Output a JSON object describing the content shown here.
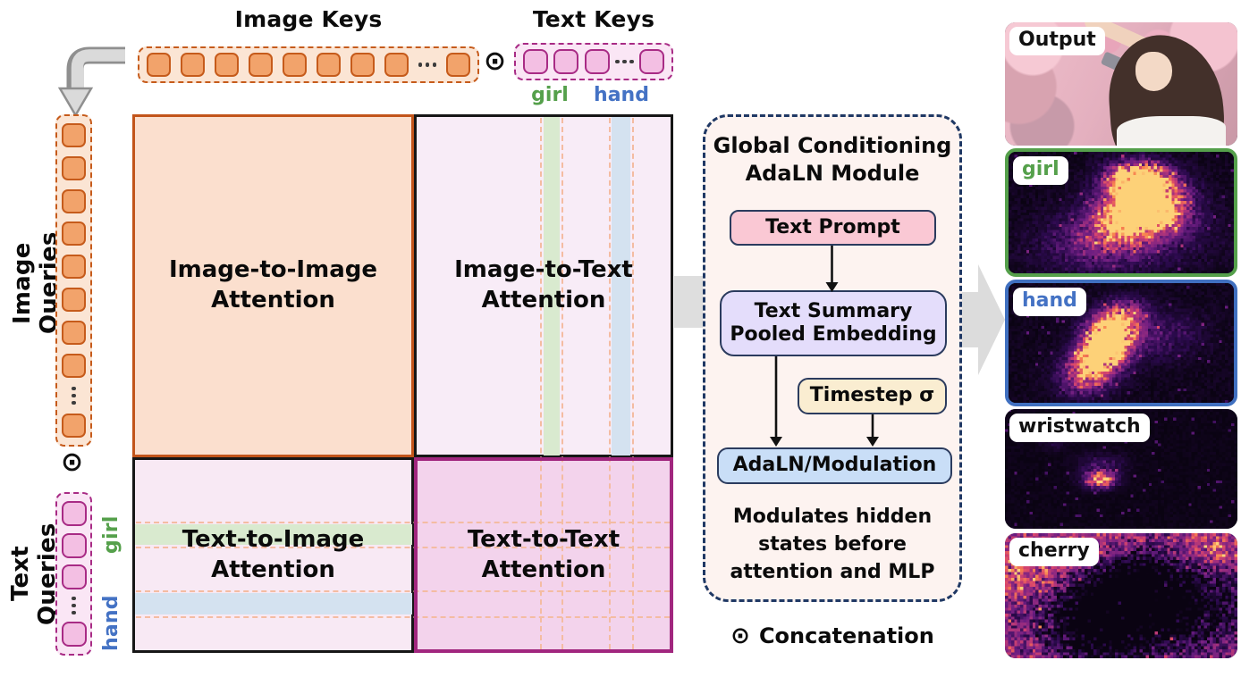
{
  "keys": {
    "image_keys_title": "Image Keys",
    "text_keys_title": "Text Keys",
    "image_queries_title": "Image Queries",
    "text_queries_title": "Text Queries",
    "concat_symbol": "⊙"
  },
  "tokens": {
    "girl": {
      "text": "girl",
      "color": "#55A04B"
    },
    "hand": {
      "text": "hand",
      "color": "#4472C4"
    }
  },
  "strips": {
    "image_keys": {
      "variant": "image",
      "vertical": false,
      "before": 8,
      "after": 1
    },
    "text_keys": {
      "variant": "text",
      "vertical": false,
      "before": 3,
      "after": 1
    },
    "image_queries": {
      "variant": "image",
      "vertical": true,
      "before": 8,
      "after": 1
    },
    "text_queries": {
      "variant": "text",
      "vertical": true,
      "before": 3,
      "after": 1
    }
  },
  "matrix": {
    "i2i": {
      "line1": "Image-to-Image",
      "line2": "Attention"
    },
    "i2t": {
      "line1": "Image-to-Text",
      "line2": "Attention"
    },
    "t2i": {
      "line1": "Text-to-Image",
      "line2": "Attention"
    },
    "t2t": {
      "line1": "Text-to-Text",
      "line2": "Attention"
    }
  },
  "module": {
    "title_line1": "Global Conditioning",
    "title_line2": "AdaLN Module",
    "text_prompt": "Text Prompt",
    "text_summary_line1": "Text Summary",
    "text_summary_line2": "Pooled Embedding",
    "timestep": "Timestep σ",
    "adaln": "AdaLN/Modulation",
    "note_line1": "Modulates hidden",
    "note_line2": "states before",
    "note_line3": "attention and MLP"
  },
  "legend": {
    "symbol": "⊙",
    "label": "Concatenation"
  },
  "panels": [
    {
      "id": "output",
      "label": "Output",
      "label_color": "#111111",
      "type": "photo"
    },
    {
      "id": "girl",
      "label": "girl",
      "label_color": "#55A04B",
      "border_color": "#55A04B",
      "type": "heatmap"
    },
    {
      "id": "hand",
      "label": "hand",
      "label_color": "#4472C4",
      "border_color": "#4070C0",
      "type": "heatmap"
    },
    {
      "id": "wristwatch",
      "label": "wristwatch",
      "label_color": "#111111",
      "type": "heatmap"
    },
    {
      "id": "cherry",
      "label": "cherry",
      "label_color": "#111111",
      "type": "heatmap"
    }
  ],
  "colors": {
    "image_accent": "#C65B1B",
    "image_token_fill": "#F2A36B",
    "image_quadrant_fill": "#FBDFCE",
    "text_accent": "#A82B85",
    "text_token_fill": "#F3BFE3",
    "text_quadrant_fill": "#F3D3EC",
    "cross_quadrant_fill": "#F8ECF7",
    "girl_band": "#D9EACF",
    "hand_band": "#D4E2F0",
    "dash_guide": "#F4BCA2",
    "module_border": "#1F3864",
    "module_bg": "#FDF3F0",
    "text_prompt_fill": "#FAC8D4",
    "text_summary_fill": "#E4DDFB",
    "timestep_fill": "#FAEDD1",
    "adaln_fill": "#C9DEF7",
    "flow_arrow_gray": "#DCDCDC"
  },
  "heatmaps": {
    "ramp": [
      [
        0,
        "#0a0312"
      ],
      [
        0.22,
        "#2c0a4e"
      ],
      [
        0.42,
        "#6b1d81"
      ],
      [
        0.6,
        "#a3307e"
      ],
      [
        0.75,
        "#d8456c"
      ],
      [
        0.87,
        "#f7804e"
      ],
      [
        1,
        "#fdd178"
      ]
    ],
    "girl": {
      "seed": 11,
      "base": 0.07,
      "noise": 0.17,
      "gamma": 1.25,
      "speckle": 0.012,
      "spots": [
        [
          0.57,
          0.2,
          0.1,
          1.05
        ],
        [
          0.61,
          0.36,
          0.13,
          0.85
        ],
        [
          0.53,
          0.54,
          0.13,
          0.62
        ],
        [
          0.46,
          0.72,
          0.16,
          0.38
        ],
        [
          0.67,
          0.52,
          0.1,
          0.45
        ],
        [
          0.3,
          0.78,
          0.2,
          0.16
        ],
        [
          0.78,
          0.72,
          0.18,
          0.12
        ]
      ]
    },
    "hand": {
      "seed": 7,
      "base": 0.07,
      "noise": 0.15,
      "gamma": 1.25,
      "speckle": 0.012,
      "spots": [
        [
          0.51,
          0.2,
          0.08,
          0.45
        ],
        [
          0.46,
          0.33,
          0.08,
          0.8
        ],
        [
          0.43,
          0.46,
          0.08,
          1.0
        ],
        [
          0.4,
          0.6,
          0.08,
          0.92
        ],
        [
          0.36,
          0.72,
          0.09,
          0.65
        ],
        [
          0.32,
          0.85,
          0.09,
          0.35
        ],
        [
          0.62,
          0.47,
          0.14,
          0.22
        ],
        [
          0.74,
          0.36,
          0.12,
          0.12
        ]
      ]
    },
    "wristwatch": {
      "seed": 23,
      "base": 0.035,
      "noise": 0.09,
      "gamma": 1.2,
      "speckle": 0.02,
      "spots": [
        [
          0.4,
          0.58,
          0.05,
          1.0
        ],
        [
          0.41,
          0.45,
          0.07,
          0.3
        ],
        [
          0.2,
          0.28,
          0.04,
          0.18
        ]
      ]
    },
    "cherry": {
      "seed": 5,
      "base": 0.42,
      "noise": 0.5,
      "gamma": 1.05,
      "speckle": 0.01,
      "spots": [
        [
          0.62,
          0.28,
          0.16,
          -0.52
        ],
        [
          0.52,
          0.62,
          0.25,
          -0.55
        ],
        [
          0.35,
          0.78,
          0.18,
          -0.38
        ],
        [
          0.43,
          0.44,
          0.12,
          -0.3
        ],
        [
          0.8,
          0.62,
          0.18,
          -0.28
        ],
        [
          0.08,
          0.35,
          0.18,
          0.3
        ],
        [
          0.12,
          0.85,
          0.15,
          0.28
        ],
        [
          0.45,
          0.05,
          0.3,
          0.25
        ],
        [
          0.9,
          0.08,
          0.15,
          0.3
        ],
        [
          0.78,
          0.95,
          0.2,
          0.12
        ]
      ]
    }
  }
}
